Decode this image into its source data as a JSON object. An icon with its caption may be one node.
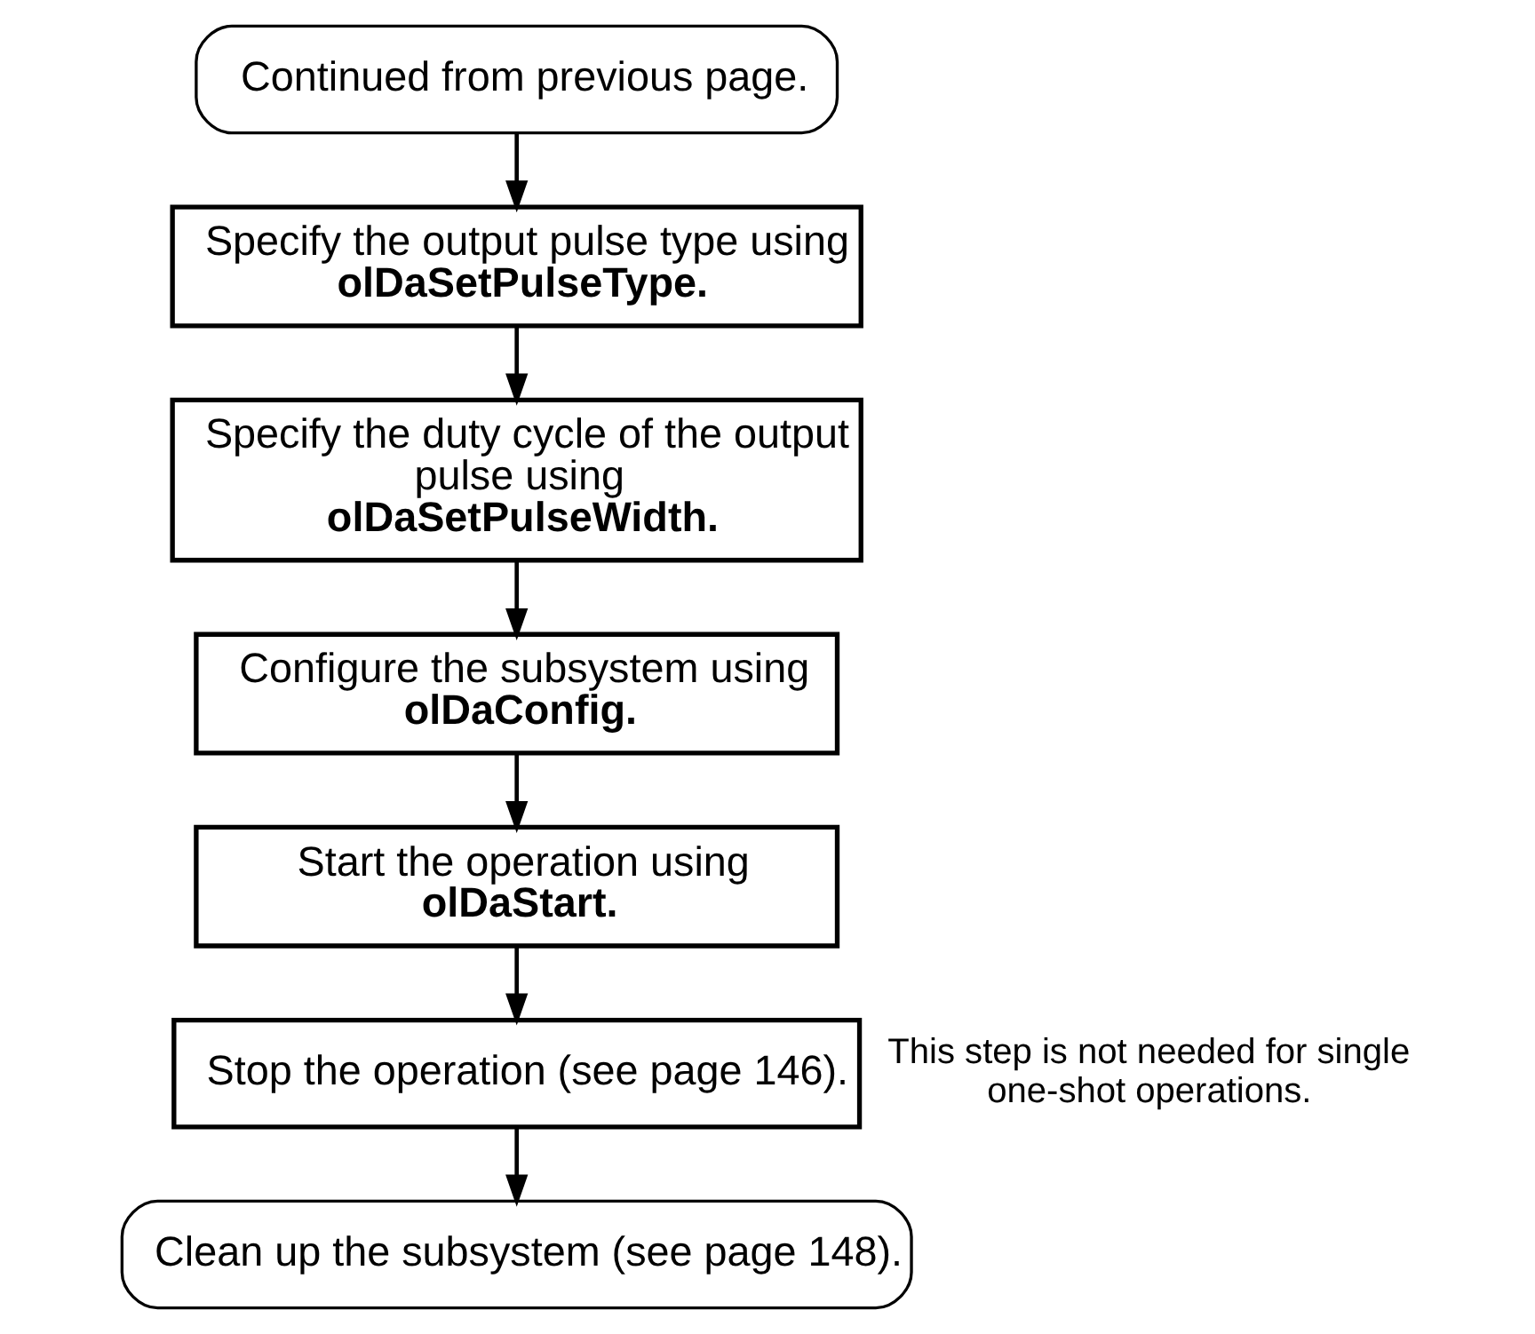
{
  "diagram": {
    "nodes": [
      {
        "text": [
          "Continued from previous page."
        ]
      },
      {
        "text": [
          "Specify the output pulse type using **olDaSetPulseType**."
        ]
      },
      {
        "text": [
          "Specify the duty cycle of the output pulse using **olDaSetPulseWidth**."
        ]
      },
      {
        "text": [
          "Configure the subsystem using **olDaConfig**."
        ]
      },
      {
        "text": [
          "Start the operation using **olDaStart**."
        ]
      },
      {
        "text": [
          "Stop the operation (see page 146)."
        ],
        "beside": [
          "This step is not needed for single one-shot operations."
        ]
      },
      {
        "text": [
          "Clean up the subsystem (see page 148)."
        ]
      }
    ],
    "edges": [
      {
        "from": 0,
        "to": 1,
        "arrow": "to"
      },
      {
        "from": 1,
        "to": 2,
        "arrow": "to"
      },
      {
        "from": 2,
        "to": 3,
        "arrow": "to"
      },
      {
        "from": 3,
        "to": 4,
        "arrow": "to"
      },
      {
        "from": 4,
        "to": 5,
        "arrow": "to"
      },
      {
        "from": 5,
        "to": 6,
        "arrow": "to"
      }
    ]
  }
}
